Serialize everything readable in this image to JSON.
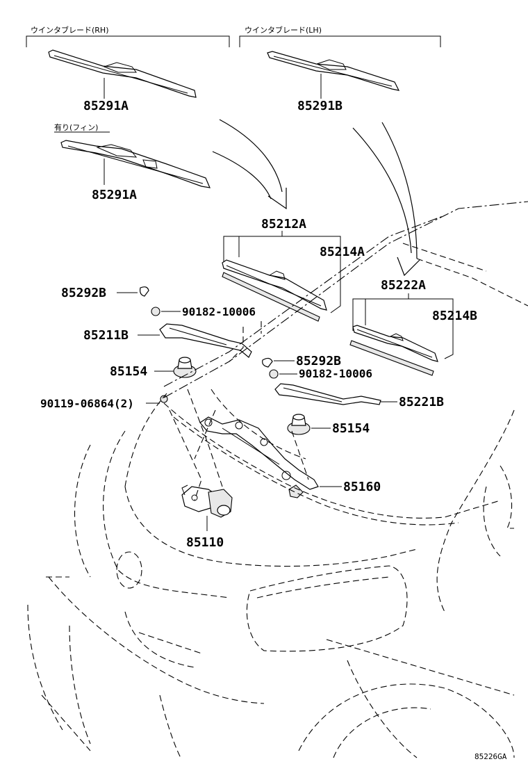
{
  "headers": {
    "blade_rh": "ウインタブレード(RH)",
    "blade_lh": "ウインタブレード(LH)",
    "fin_note": "有り(フィン)"
  },
  "parts": {
    "p85291a_top": "85291A",
    "p85291b": "85291B",
    "p85291a_fin": "85291A",
    "p85212a": "85212A",
    "p85214a": "85214A",
    "p85292b_l": "85292B",
    "p90182_l": "90182-10006",
    "p85211b": "85211B",
    "p85154_l": "85154",
    "p90119": "90119-06864(2)",
    "p85222a": "85222A",
    "p85214b": "85214B",
    "p85292b_r": "85292B",
    "p90182_r": "90182-10006",
    "p85221b": "85221B",
    "p85154_r": "85154",
    "p85160": "85160",
    "p85110": "85110"
  },
  "footer": {
    "diagram_code": "85226GA"
  }
}
